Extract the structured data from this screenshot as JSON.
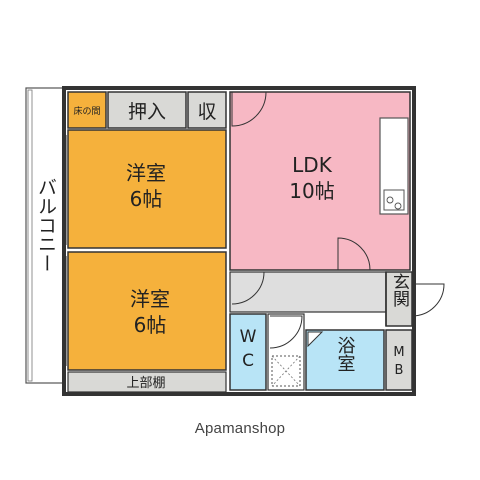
{
  "colors": {
    "wall": "#333333",
    "western_room": "#f5b13c",
    "ldk": "#f7b8c4",
    "bath": "#b8e4f6",
    "storage": "#d9d9d6",
    "hallway": "#dedede",
    "balcony": "#ffffff"
  },
  "rooms": {
    "balcony": {
      "label": "バルコニー"
    },
    "closet_nook": {
      "label": "床の間"
    },
    "oshiire": {
      "label": "押入"
    },
    "storage": {
      "label": "収"
    },
    "western_top": {
      "name": "洋室",
      "size": "6帖"
    },
    "western_bottom": {
      "name": "洋室",
      "size": "6帖"
    },
    "ldk": {
      "name": "LDK",
      "size": "10帖"
    },
    "entrance": {
      "label": "玄関"
    },
    "wc": {
      "line1": "W",
      "line2": "C"
    },
    "bath": {
      "label": "浴室"
    },
    "mb": {
      "line1": "M",
      "line2": "B"
    },
    "upper_shelf": {
      "label": "上部棚"
    }
  },
  "brand": "Apamanshop"
}
